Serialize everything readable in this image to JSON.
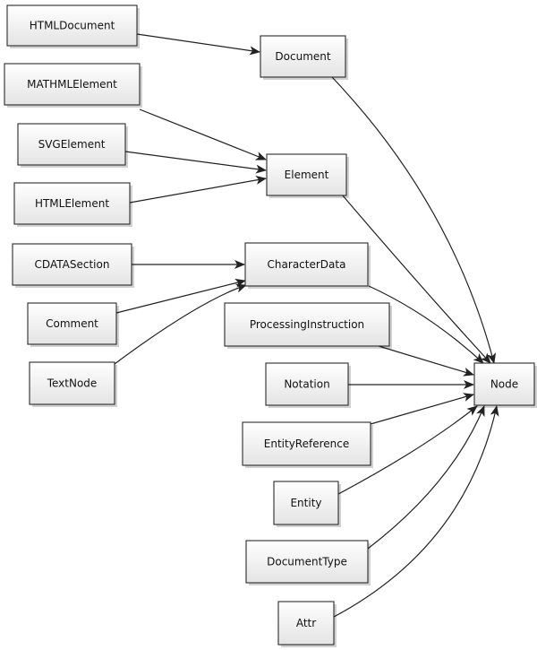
{
  "diagram": {
    "nodes": [
      {
        "id": "htmldocument",
        "label": "HTMLDocument"
      },
      {
        "id": "document",
        "label": "Document"
      },
      {
        "id": "mathmlelement",
        "label": "MATHMLElement"
      },
      {
        "id": "svgelement",
        "label": "SVGElement"
      },
      {
        "id": "element",
        "label": "Element"
      },
      {
        "id": "htmlelement",
        "label": "HTMLElement"
      },
      {
        "id": "cdatasection",
        "label": "CDATASection"
      },
      {
        "id": "characterdata",
        "label": "CharacterData"
      },
      {
        "id": "comment",
        "label": "Comment"
      },
      {
        "id": "processinginstruction",
        "label": "ProcessingInstruction"
      },
      {
        "id": "textnode",
        "label": "TextNode"
      },
      {
        "id": "notation",
        "label": "Notation"
      },
      {
        "id": "node",
        "label": "Node"
      },
      {
        "id": "entityreference",
        "label": "EntityReference"
      },
      {
        "id": "entity",
        "label": "Entity"
      },
      {
        "id": "documenttype",
        "label": "DocumentType"
      },
      {
        "id": "attr",
        "label": "Attr"
      }
    ],
    "edges": [
      {
        "from": "htmldocument",
        "to": "document"
      },
      {
        "from": "mathmlelement",
        "to": "element"
      },
      {
        "from": "svgelement",
        "to": "element"
      },
      {
        "from": "htmlelement",
        "to": "element"
      },
      {
        "from": "cdatasection",
        "to": "characterdata"
      },
      {
        "from": "comment",
        "to": "characterdata"
      },
      {
        "from": "textnode",
        "to": "characterdata"
      },
      {
        "from": "document",
        "to": "node"
      },
      {
        "from": "element",
        "to": "node"
      },
      {
        "from": "characterdata",
        "to": "node"
      },
      {
        "from": "processinginstruction",
        "to": "node"
      },
      {
        "from": "notation",
        "to": "node"
      },
      {
        "from": "entityreference",
        "to": "node"
      },
      {
        "from": "entity",
        "to": "node"
      },
      {
        "from": "documenttype",
        "to": "node"
      },
      {
        "from": "attr",
        "to": "node"
      }
    ]
  }
}
